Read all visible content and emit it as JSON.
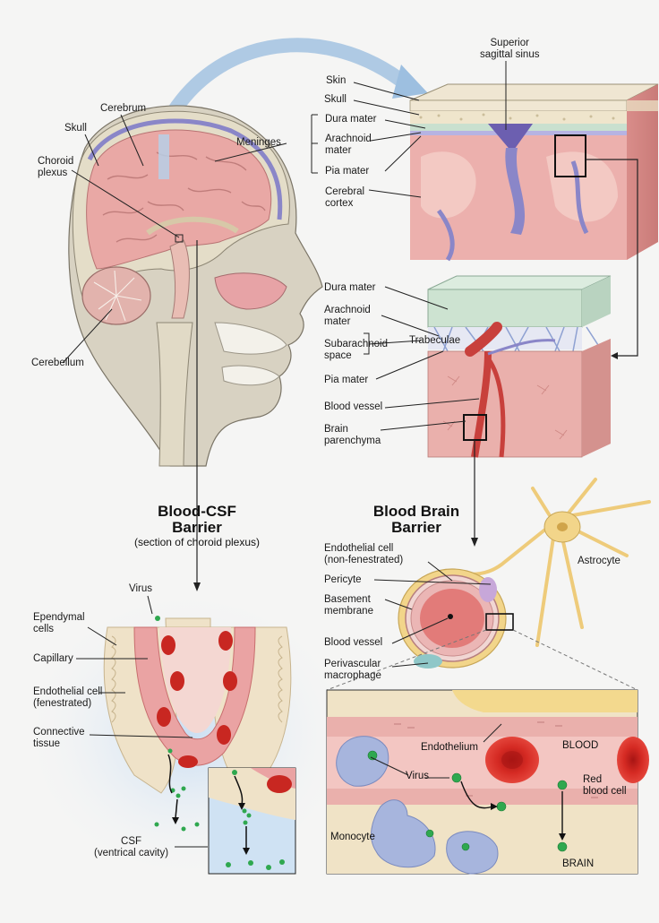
{
  "labels": {
    "superior_sagittal_sinus": "Superior\nsagittal sinus",
    "skin": "Skin",
    "skull_top": "Skull",
    "dura_mater_top": "Dura mater",
    "arachnoid_top": "Arachnoid\nmater",
    "pia_top": "Pia mater",
    "cerebral_cortex": "Cerebral\ncortex",
    "cerebrum": "Cerebrum",
    "skull_head": "Skull",
    "choroid_plexus": "Choroid\nplexus",
    "meninges": "Meninges",
    "cerebellum": "Cerebellum",
    "dura_mater_mid": "Dura mater",
    "arachnoid_mid": "Arachnoid\nmater",
    "subarachnoid": "Subarachnoid\nspace",
    "trabeculae": "Trabeculae",
    "pia_mid": "Pia mater",
    "blood_vessel_mid": "Blood vessel",
    "brain_parenchyma": "Brain\nparenchyma",
    "virus_left": "Virus",
    "ependymal": "Ependymal\ncells",
    "capillary": "Capillary",
    "endothelial_fen": "Endothelial cell\n(fenestrated)",
    "connective": "Connective\ntissue",
    "csf": "CSF\n(ventrical cavity)",
    "endothelial_nonfen": "Endothelial cell\n(non-fenestrated)",
    "pericyte": "Pericyte",
    "basement": "Basement\nmembrane",
    "blood_vessel_bbb": "Blood vessel",
    "perivascular": "Perivascular\nmacrophage",
    "astrocyte": "Astrocyte"
  },
  "titles": {
    "blood_csf": "Blood-CSF\nBarrier",
    "blood_csf_sub": "(section of choroid plexus)",
    "bbb": "Blood Brain\nBarrier"
  },
  "inset": {
    "endothelium": "Endothelium",
    "blood": "BLOOD",
    "virus": "Virus",
    "red_blood_cell": "Red\nblood cell",
    "monocyte": "Monocyte",
    "brain": "BRAIN"
  },
  "colors": {
    "brain_pink": "#e9a8a5",
    "meninges_blue": "#8a86c8",
    "dura_green": "#cde3d1",
    "vessel_red": "#c8403c",
    "rbc_red": "#d0231f",
    "virus_green": "#2fa84f",
    "astrocyte_yellow": "#f2d58a",
    "csf_blue": "#cfe2f3",
    "skull_bone": "#e8e2cf"
  }
}
